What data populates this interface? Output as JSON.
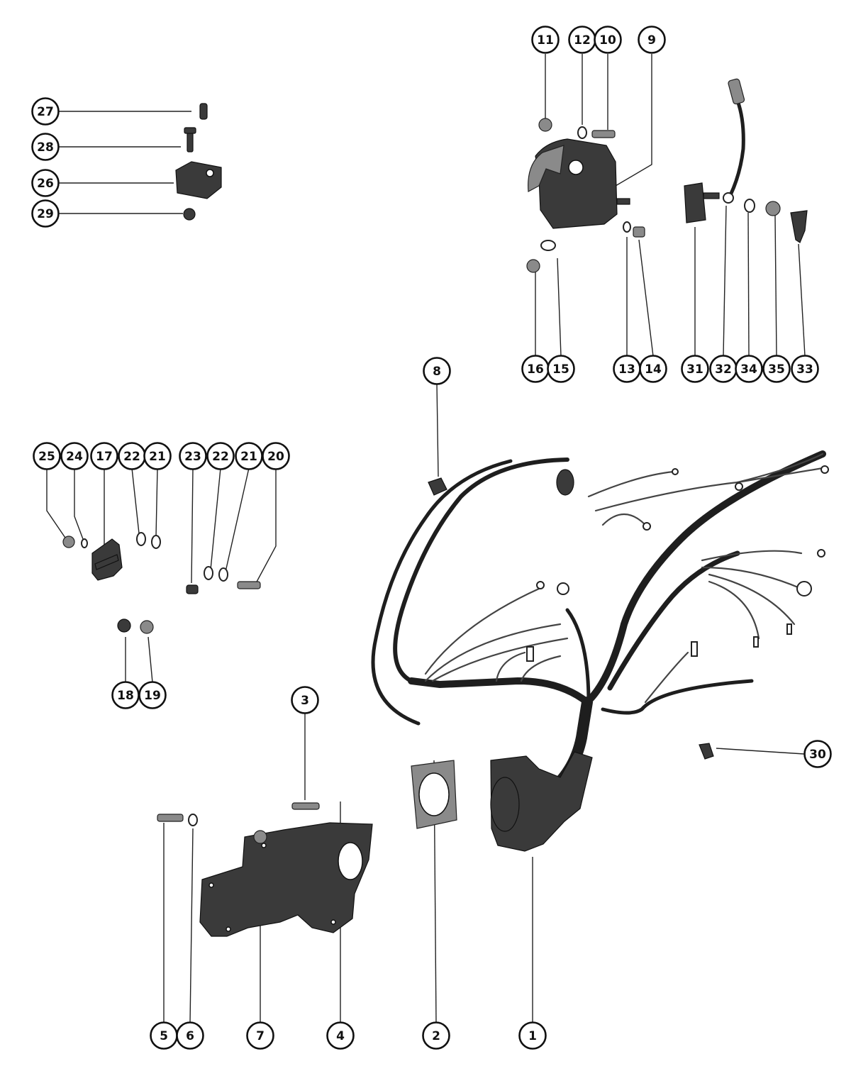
{
  "callouts": [
    {
      "id": "c11",
      "label": "11"
    },
    {
      "id": "c12",
      "label": "12"
    },
    {
      "id": "c10",
      "label": "10"
    },
    {
      "id": "c9",
      "label": "9"
    },
    {
      "id": "c27",
      "label": "27"
    },
    {
      "id": "c28",
      "label": "28"
    },
    {
      "id": "c26",
      "label": "26"
    },
    {
      "id": "c29",
      "label": "29"
    },
    {
      "id": "c16",
      "label": "16"
    },
    {
      "id": "c15",
      "label": "15"
    },
    {
      "id": "c13",
      "label": "13"
    },
    {
      "id": "c14",
      "label": "14"
    },
    {
      "id": "c31",
      "label": "31"
    },
    {
      "id": "c32",
      "label": "32"
    },
    {
      "id": "c34",
      "label": "34"
    },
    {
      "id": "c35",
      "label": "35"
    },
    {
      "id": "c33",
      "label": "33"
    },
    {
      "id": "c8",
      "label": "8"
    },
    {
      "id": "c25",
      "label": "25"
    },
    {
      "id": "c24",
      "label": "24"
    },
    {
      "id": "c17",
      "label": "17"
    },
    {
      "id": "c22a",
      "label": "22"
    },
    {
      "id": "c21a",
      "label": "21"
    },
    {
      "id": "c23",
      "label": "23"
    },
    {
      "id": "c22b",
      "label": "22"
    },
    {
      "id": "c21b",
      "label": "21"
    },
    {
      "id": "c20",
      "label": "20"
    },
    {
      "id": "c18",
      "label": "18"
    },
    {
      "id": "c19",
      "label": "19"
    },
    {
      "id": "c3",
      "label": "3"
    },
    {
      "id": "c30",
      "label": "30"
    },
    {
      "id": "c5",
      "label": "5"
    },
    {
      "id": "c6",
      "label": "6"
    },
    {
      "id": "c7",
      "label": "7"
    },
    {
      "id": "c4",
      "label": "4"
    },
    {
      "id": "c2",
      "label": "2"
    },
    {
      "id": "c1",
      "label": "1"
    }
  ]
}
